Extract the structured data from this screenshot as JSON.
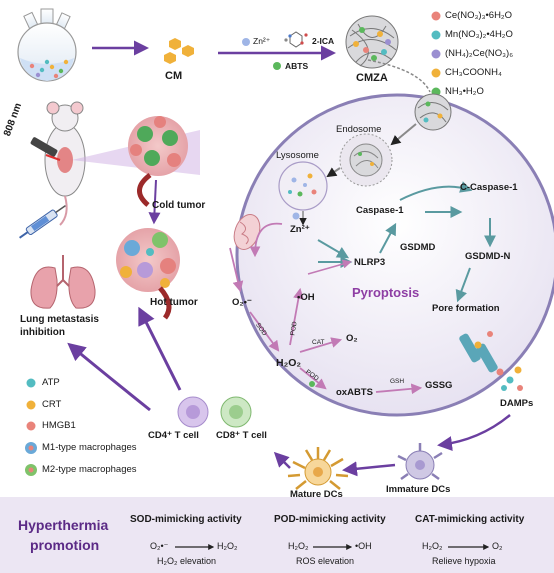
{
  "synthesis": {
    "cm_label": "CM",
    "zn_label": "Zn²⁺",
    "ica_label": "2-ICA",
    "abts_label": "ABTS",
    "cmza_label": "CMZA"
  },
  "reagent_legend": [
    {
      "label": "Ce(NO₃)₃•6H₂O",
      "color": "#e9837a"
    },
    {
      "label": "Mn(NO₃)₂•4H₂O",
      "color": "#53bcc1"
    },
    {
      "label": "(NH₄)₂Ce(NO₃)₆",
      "color": "#9b8fd1"
    },
    {
      "label": "CH₃COONH₄",
      "color": "#f0b13a"
    },
    {
      "label": "NH₃•H₂O",
      "color": "#5bb85c"
    }
  ],
  "laser_label": "808 nm",
  "cold_tumor": "Cold tumor",
  "hot_tumor": "Hot tumor",
  "lung_label_1": "Lung metastasis",
  "lung_label_2": "inhibition",
  "cell_legend": [
    {
      "label": "ATP",
      "color": "#53bcc1"
    },
    {
      "label": "CRT",
      "color": "#f0b13a"
    },
    {
      "label": "HMGB1",
      "color": "#e9837a"
    },
    {
      "label": "M1-type macrophages",
      "color": "#6aa9d8"
    },
    {
      "label": "M2-type macrophages",
      "color": "#7fc36a"
    }
  ],
  "cell": {
    "endosome": "Endosome",
    "lysosome": "Lysosome",
    "zn": "Zn²⁺",
    "caspase1": "Caspase-1",
    "c_caspase1": "C-Caspase-1",
    "gsdmd": "GSDMD",
    "gsdmd_n": "GSDMD-N",
    "nlrp3": "NLRP3",
    "pyroptosis": "Pyroptosis",
    "pore_formation": "Pore formation",
    "superoxide": "O₂•⁻",
    "oh": "•OH",
    "h2o2": "H₂O₂",
    "o2": "O₂",
    "oxabts": "oxABTS",
    "gssg": "GSSG",
    "sod": "SOD",
    "pod": "POD",
    "cat": "CAT",
    "gsh": "GSH"
  },
  "immune": {
    "damps": "DAMPs",
    "immature_dcs": "Immature DCs",
    "mature_dcs": "Mature DCs",
    "cd4": "CD4⁺ T cell",
    "cd8": "CD8⁺ T cell"
  },
  "bottom": {
    "hyperthermia_1": "Hyperthermia",
    "hyperthermia_2": "promotion",
    "sod_title": "SOD-mimicking activity",
    "sod_eq_left": "O₂•⁻",
    "sod_eq_right": "H₂O₂",
    "sod_sub": "H₂O₂ elevation",
    "pod_title": "POD-mimicking activity",
    "pod_eq_left": "H₂O₂",
    "pod_eq_right": "•OH",
    "pod_sub": "ROS elevation",
    "cat_title": "CAT-mimicking activity",
    "cat_eq_left": "H₂O₂",
    "cat_eq_right": "O₂",
    "cat_sub": "Relieve hypoxia"
  },
  "colors": {
    "arrow_purple": "#6b3fa0",
    "arrow_teal": "#5a9aa0",
    "arrow_pink": "#c27ab5",
    "cell_border": "#8a7fb5",
    "pyroptosis": "#8e3ea4"
  }
}
